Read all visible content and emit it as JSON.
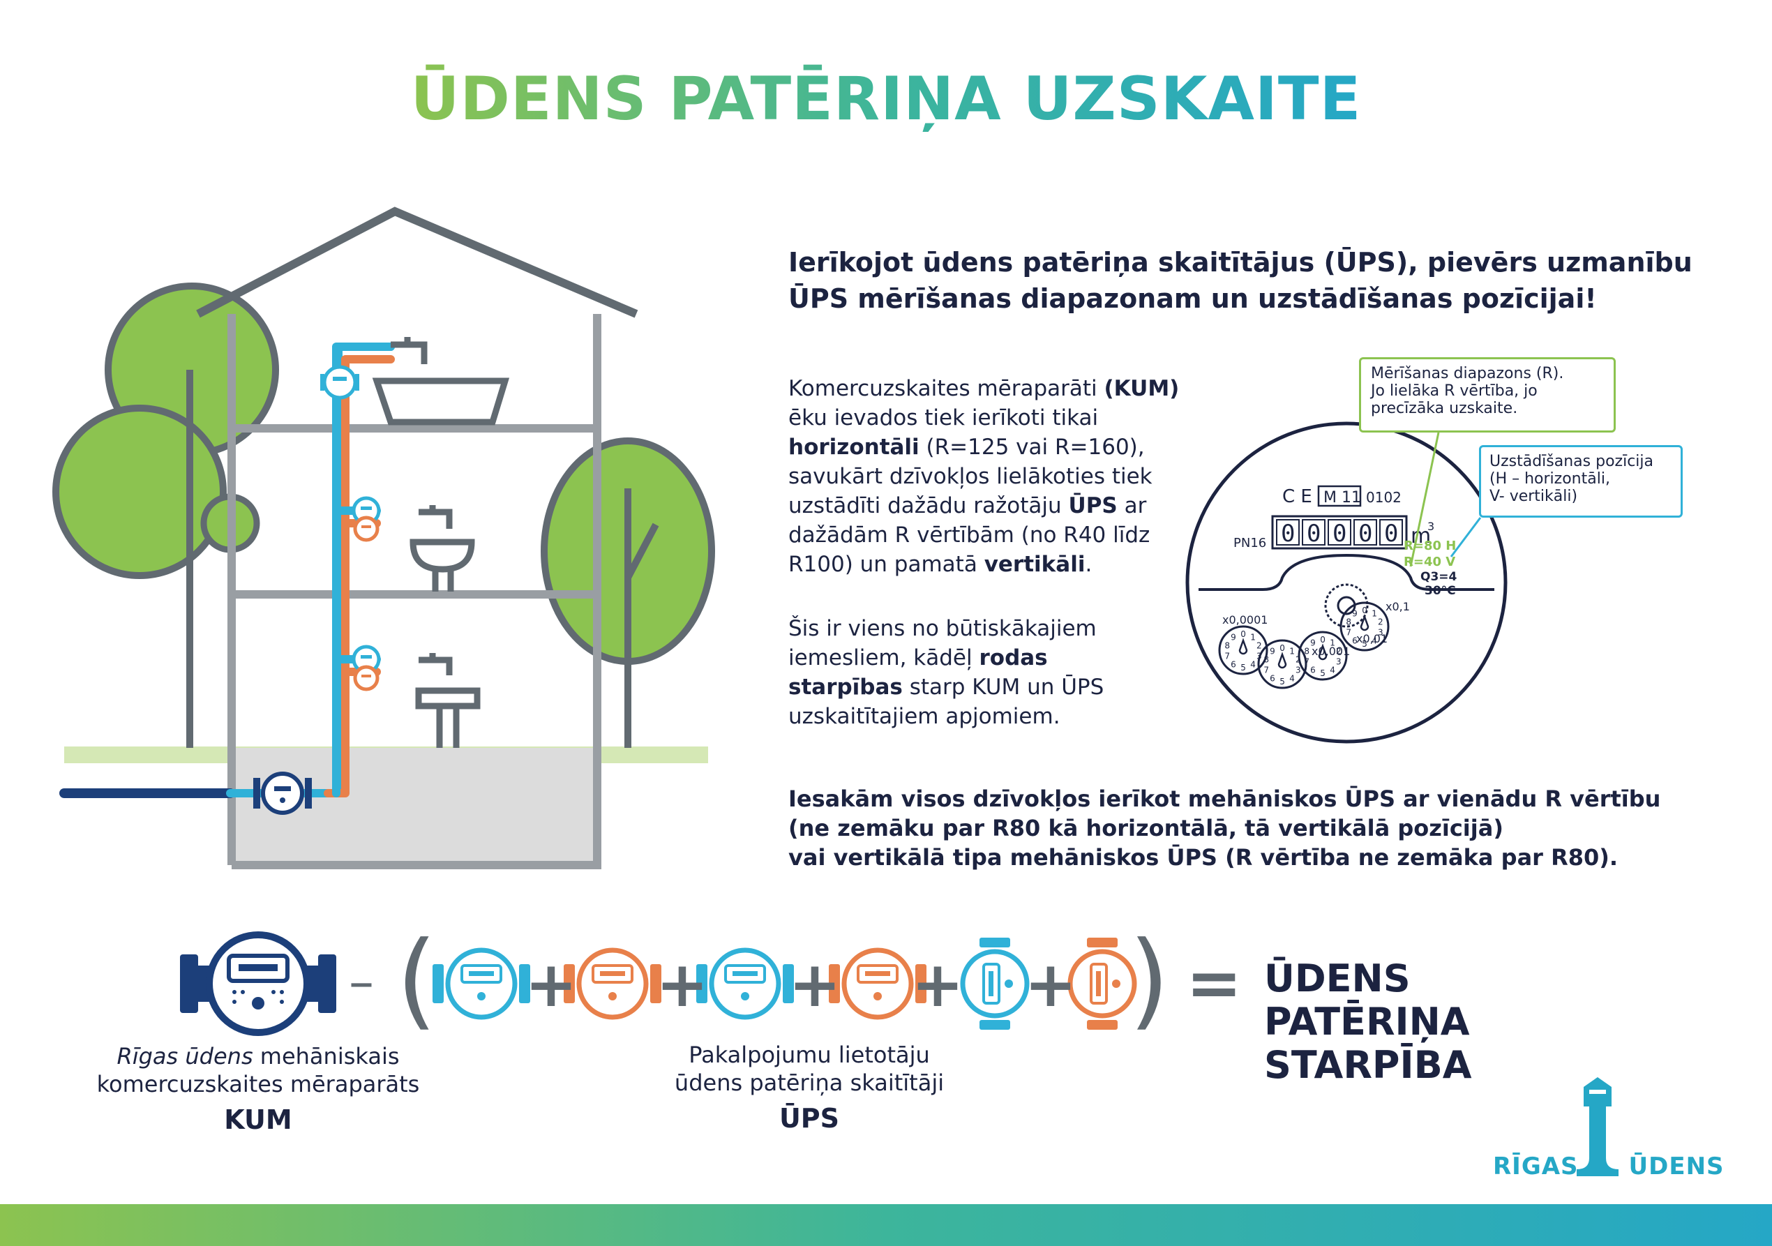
{
  "title": "ŪDENS PATĒRIŅA UZSKAITE",
  "headline": [
    "Ierīkojot ūdens patēriņa skaitītājus (ŪPS), pievērs uzmanību",
    "ŪPS mērīšanas diapazonam un uzstādīšanas pozīcijai!"
  ],
  "paragraph1": {
    "t1": "Komercuzskaites mēraparāti ",
    "b1": "(KUM)",
    "t2": " ēku ievados tiek ierīkoti tikai ",
    "b2": "horizontāli",
    "t3": " (R=125 vai R=160), savukārt dzīvokļos lielākoties tiek uzstādīti dažādu ražotāju ",
    "b3": "ŪPS",
    "t4": " ar dažādām R vērtībām (no R40 līdz R100) un pamatā ",
    "b4": "vertikāli",
    "t5": "."
  },
  "paragraph2": {
    "t1": "Šis ir viens no būtiskākajiem iemesliem, kādēļ ",
    "b1": "rodas starpības",
    "t2": " starp KUM un ŪPS uzskaitītajiem apjomiem."
  },
  "recommendation": [
    "Iesakām visos dzīvokļos ierīkot mehāniskos ŪPS ar vienādu R vērtību",
    "(ne zemāku par R80 kā horizontālā, tā vertikālā pozīcijā)",
    "vai vertikālā tipa mehāniskos ŪPS (R vērtība ne zemāka par R80)."
  ],
  "callouts": {
    "range": [
      "Mērīšanas diapazons (R).",
      "Jo lielāka R vērtība, jo",
      "precīzāka uzskaite."
    ],
    "position": [
      "Uzstādīšanas pozīcija",
      "(H – horizontāli,",
      "V- vertikāli)"
    ]
  },
  "meter_face": {
    "ce": "C E",
    "model": "M 11",
    "code": "0102",
    "pn": "PN16",
    "digits": [
      "0",
      "0",
      "0",
      "0",
      "0"
    ],
    "unit": "m",
    "unit_sup": "3",
    "r_h": "R=80 H",
    "r_v": "R=40 V",
    "q3": "Q3=4",
    "temp": "30°C",
    "dials": [
      "x0,0001",
      "x0,001",
      "x0,01",
      "x0,1"
    ],
    "dial_numbers": [
      "0",
      "1",
      "2",
      "3",
      "4",
      "5",
      "6",
      "7",
      "8",
      "9"
    ]
  },
  "equation": {
    "minus": "–",
    "open_paren": "(",
    "close_paren": ")",
    "plus": "+",
    "equals": "=",
    "result": [
      "ŪDENS PATĒRIŅA",
      "STARPĪBA"
    ]
  },
  "captions": {
    "kum": {
      "italic": "Rīgas ūdens",
      "rest": " mehāniskais",
      "line2": "komercuzskaites mēraparāts",
      "bold": "KUM"
    },
    "ups": {
      "line1": "Pakalpojumu lietotāju",
      "line2": "ūdens patēriņa skaitītāji",
      "bold": "ŪPS"
    }
  },
  "logo": {
    "left": "RĪGAS",
    "right": "ŪDENS"
  },
  "colors": {
    "green": "#8cc350",
    "teal": "#3db59b",
    "blue": "#30b1d8",
    "orange": "#e8804a",
    "navy": "#1c3f7a",
    "gray": "#616a71",
    "ground": "#dcdcdc",
    "grass": "#d5e8b5"
  }
}
